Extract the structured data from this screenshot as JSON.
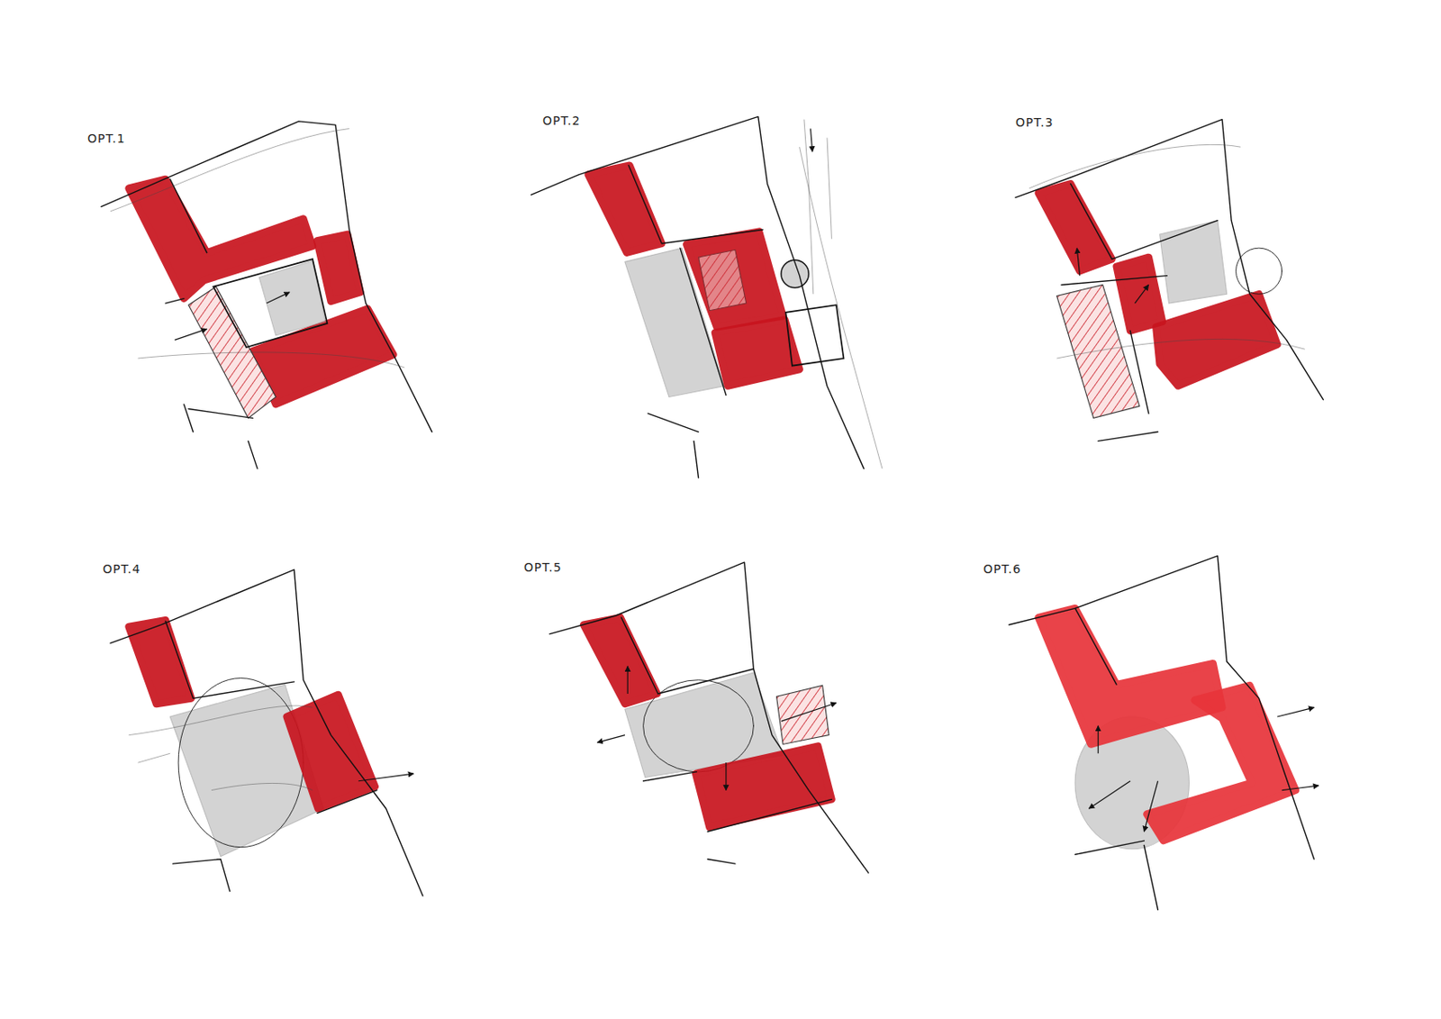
{
  "diagram": {
    "labels": [
      "OPT.1",
      "OPT.2",
      "OPT.3",
      "OPT.4",
      "OPT.5",
      "OPT.6"
    ]
  }
}
